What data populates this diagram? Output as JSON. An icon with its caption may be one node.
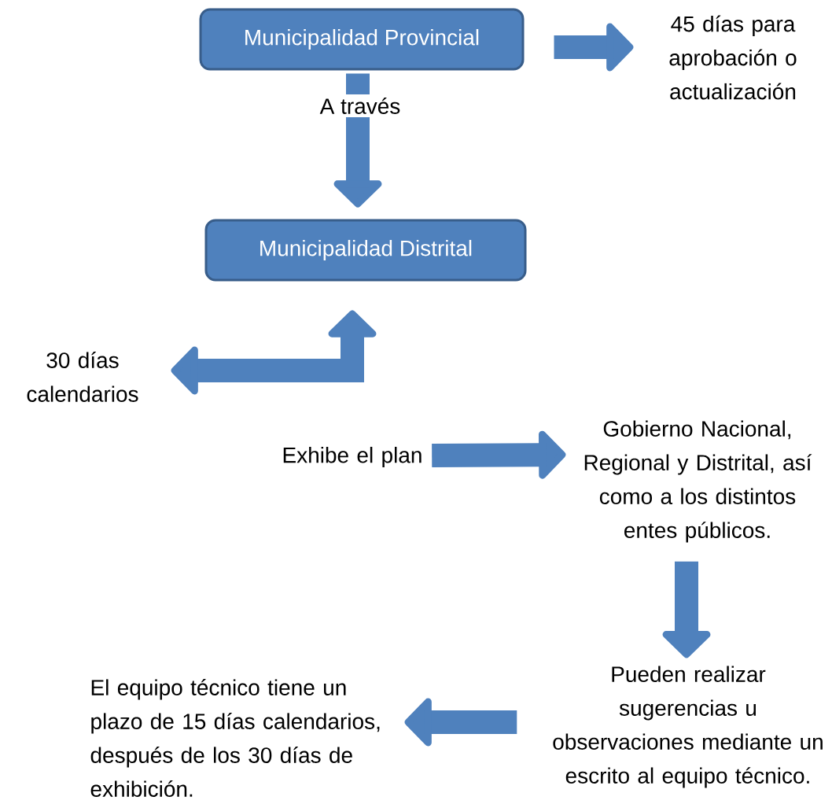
{
  "diagram": {
    "nodes": [
      {
        "text": [
          "Municipalidad Provincial"
        ]
      },
      {
        "text": [
          "45 días para aprobación o actualización"
        ]
      },
      {
        "text": [
          "Municipalidad Distrital"
        ]
      },
      {
        "text": [
          "30 días calendarios"
        ]
      },
      {
        "text": [
          "Exhibe el plan"
        ]
      },
      {
        "text": [
          "Gobierno Nacional, Regional y Distrital, así como a los distintos entes públicos."
        ]
      },
      {
        "text": [
          "Pueden realizar sugerencias u observaciones mediante un escrito al equipo técnico."
        ]
      },
      {
        "text": [
          "El equipo técnico tiene un plazo de 15 días calendarios, después de los 30 días de exhibición."
        ]
      }
    ],
    "edges": [
      {
        "from": 0,
        "to": 1,
        "arrow": "to"
      },
      {
        "from": 0,
        "to": 2,
        "arrow": "to",
        "label": "A través"
      },
      {
        "from": 2,
        "to": 3,
        "arrow": "both"
      },
      {
        "from": 4,
        "to": 5,
        "arrow": "to"
      },
      {
        "from": 5,
        "to": 6,
        "arrow": "to"
      },
      {
        "from": 6,
        "to": 7,
        "arrow": "to"
      }
    ]
  }
}
